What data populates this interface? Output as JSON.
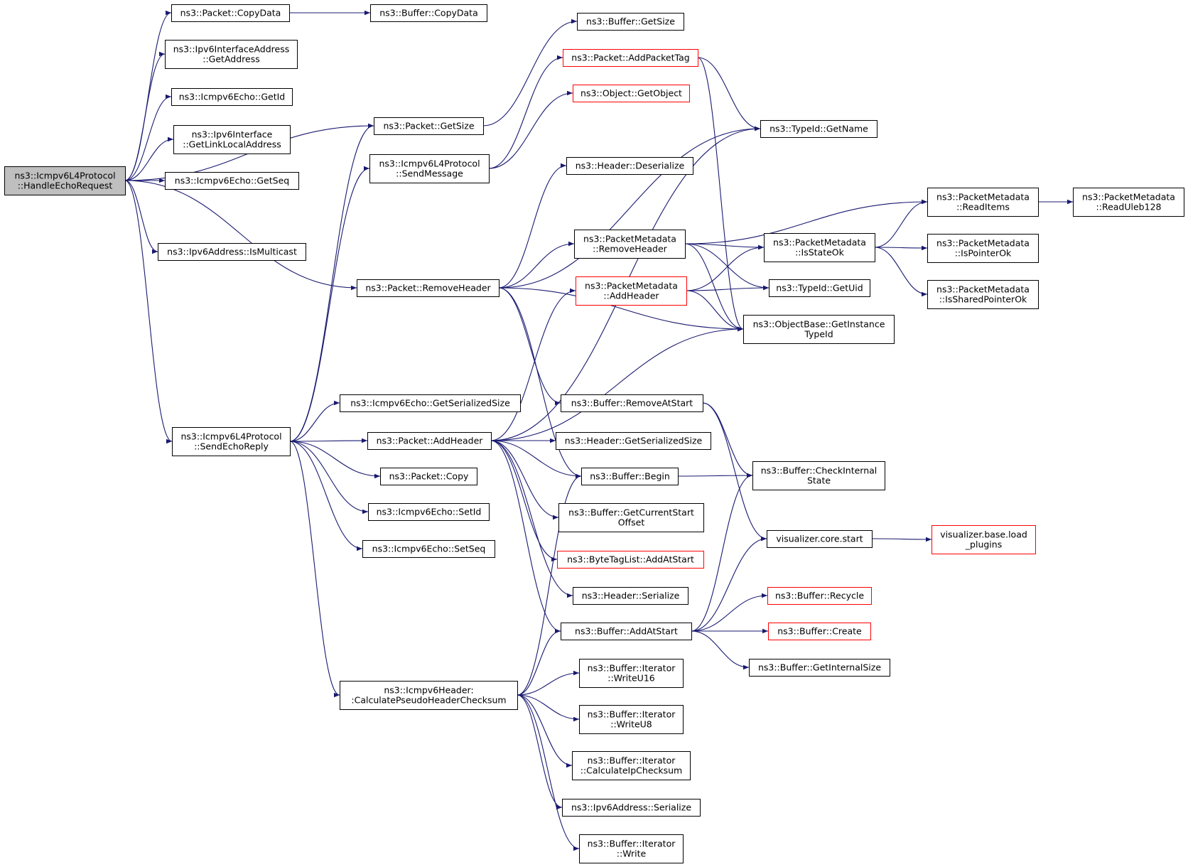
{
  "colors": {
    "edge": "#191970",
    "node_border": "#000000",
    "truncated_border": "#ff0000",
    "root_fill": "#bfbfbf",
    "node_fill": "#ffffff"
  },
  "nodes": [
    {
      "id": "root",
      "lines": [
        "ns3::Icmpv6L4Protocol",
        "::HandleEchoRequest"
      ],
      "style": "root"
    },
    {
      "id": "pkt_copydata",
      "lines": [
        "ns3::Packet::CopyData"
      ],
      "style": "normal"
    },
    {
      "id": "buf_copydata",
      "lines": [
        "ns3::Buffer::CopyData"
      ],
      "style": "normal"
    },
    {
      "id": "ipv6ia_getaddress",
      "lines": [
        "ns3::Ipv6InterfaceAddress",
        "::GetAddress"
      ],
      "style": "normal"
    },
    {
      "id": "echo_getid",
      "lines": [
        "ns3::Icmpv6Echo::GetId"
      ],
      "style": "normal"
    },
    {
      "id": "ipv6if_getlla",
      "lines": [
        "ns3::Ipv6Interface",
        "::GetLinkLocalAddress"
      ],
      "style": "normal"
    },
    {
      "id": "echo_getseq",
      "lines": [
        "ns3::Icmpv6Echo::GetSeq"
      ],
      "style": "normal"
    },
    {
      "id": "ipv6addr_ismulticast",
      "lines": [
        "ns3::Ipv6Address::IsMulticast"
      ],
      "style": "normal"
    },
    {
      "id": "pkt_getsize",
      "lines": [
        "ns3::Packet::GetSize"
      ],
      "style": "normal"
    },
    {
      "id": "buf_getsize",
      "lines": [
        "ns3::Buffer::GetSize"
      ],
      "style": "normal"
    },
    {
      "id": "l4_sendmessage",
      "lines": [
        "ns3::Icmpv6L4Protocol",
        "::SendMessage"
      ],
      "style": "normal"
    },
    {
      "id": "pkt_addpackettag",
      "lines": [
        "ns3::Packet::AddPacketTag"
      ],
      "style": "truncated"
    },
    {
      "id": "obj_getobject",
      "lines": [
        "ns3::Object::GetObject"
      ],
      "style": "truncated"
    },
    {
      "id": "typeid_getname",
      "lines": [
        "ns3::TypeId::GetName"
      ],
      "style": "normal"
    },
    {
      "id": "hdr_deserialize",
      "lines": [
        "ns3::Header::Deserialize"
      ],
      "style": "normal"
    },
    {
      "id": "pkt_removeheader",
      "lines": [
        "ns3::Packet::RemoveHeader"
      ],
      "style": "normal"
    },
    {
      "id": "pm_removeheader",
      "lines": [
        "ns3::PacketMetadata",
        "::RemoveHeader"
      ],
      "style": "normal"
    },
    {
      "id": "pm_additems",
      "lines": [
        "ns3::PacketMetadata",
        "::ReadItems"
      ],
      "style": "normal"
    },
    {
      "id": "pm_readuleb",
      "lines": [
        "ns3::PacketMetadata",
        "::ReadUleb128"
      ],
      "style": "normal"
    },
    {
      "id": "pm_isstateok",
      "lines": [
        "ns3::PacketMetadata",
        "::IsStateOk"
      ],
      "style": "normal"
    },
    {
      "id": "pm_ispointerok",
      "lines": [
        "ns3::PacketMetadata",
        "::IsPointerOk"
      ],
      "style": "normal"
    },
    {
      "id": "pm_issharedptr",
      "lines": [
        "ns3::PacketMetadata",
        "::IsSharedPointerOk"
      ],
      "style": "normal"
    },
    {
      "id": "pm_addheader",
      "lines": [
        "ns3::PacketMetadata",
        "::AddHeader"
      ],
      "style": "truncated"
    },
    {
      "id": "typeid_getuid",
      "lines": [
        "ns3::TypeId::GetUid"
      ],
      "style": "normal"
    },
    {
      "id": "ob_getinstance",
      "lines": [
        "ns3::ObjectBase::GetInstance",
        "TypeId"
      ],
      "style": "normal"
    },
    {
      "id": "echo_getsersize",
      "lines": [
        "ns3::Icmpv6Echo::GetSerializedSize"
      ],
      "style": "normal"
    },
    {
      "id": "buf_removeatstart",
      "lines": [
        "ns3::Buffer::RemoveAtStart"
      ],
      "style": "normal"
    },
    {
      "id": "l4_sendechoreply",
      "lines": [
        "ns3::Icmpv6L4Protocol",
        "::SendEchoReply"
      ],
      "style": "normal"
    },
    {
      "id": "pkt_addheader",
      "lines": [
        "ns3::Packet::AddHeader"
      ],
      "style": "normal"
    },
    {
      "id": "hdr_getsersize",
      "lines": [
        "ns3::Header::GetSerializedSize"
      ],
      "style": "normal"
    },
    {
      "id": "buf_checkinternal",
      "lines": [
        "ns3::Buffer::CheckInternal",
        "State"
      ],
      "style": "normal"
    },
    {
      "id": "pkt_copy",
      "lines": [
        "ns3::Packet::Copy"
      ],
      "style": "normal"
    },
    {
      "id": "buf_begin",
      "lines": [
        "ns3::Buffer::Begin"
      ],
      "style": "normal"
    },
    {
      "id": "echo_setid",
      "lines": [
        "ns3::Icmpv6Echo::SetId"
      ],
      "style": "normal"
    },
    {
      "id": "buf_getcurstart",
      "lines": [
        "ns3::Buffer::GetCurrentStart",
        "Offset"
      ],
      "style": "normal"
    },
    {
      "id": "viz_core_start",
      "lines": [
        "visualizer.core.start"
      ],
      "style": "normal"
    },
    {
      "id": "viz_base_load",
      "lines": [
        "visualizer.base.load",
        "_plugins"
      ],
      "style": "truncated"
    },
    {
      "id": "echo_setseq",
      "lines": [
        "ns3::Icmpv6Echo::SetSeq"
      ],
      "style": "normal"
    },
    {
      "id": "btl_addatstart",
      "lines": [
        "ns3::ByteTagList::AddAtStart"
      ],
      "style": "truncated"
    },
    {
      "id": "hdr_serialize",
      "lines": [
        "ns3::Header::Serialize"
      ],
      "style": "normal"
    },
    {
      "id": "buf_recycle",
      "lines": [
        "ns3::Buffer::Recycle"
      ],
      "style": "truncated"
    },
    {
      "id": "buf_addatstart",
      "lines": [
        "ns3::Buffer::AddAtStart"
      ],
      "style": "normal"
    },
    {
      "id": "buf_create",
      "lines": [
        "ns3::Buffer::Create"
      ],
      "style": "truncated"
    },
    {
      "id": "buf_getinternalsize",
      "lines": [
        "ns3::Buffer::GetInternalSize"
      ],
      "style": "normal"
    },
    {
      "id": "icmpv6hdr_cpsum",
      "lines": [
        "ns3::Icmpv6Header:",
        ":CalculatePseudoHeaderChecksum"
      ],
      "style": "normal"
    },
    {
      "id": "it_writeu16",
      "lines": [
        "ns3::Buffer::Iterator",
        "::WriteU16"
      ],
      "style": "normal"
    },
    {
      "id": "it_writeu8",
      "lines": [
        "ns3::Buffer::Iterator",
        "::WriteU8"
      ],
      "style": "normal"
    },
    {
      "id": "it_calcipsum",
      "lines": [
        "ns3::Buffer::Iterator",
        "::CalculateIpChecksum"
      ],
      "style": "normal"
    },
    {
      "id": "ipv6addr_serialize",
      "lines": [
        "ns3::Ipv6Address::Serialize"
      ],
      "style": "normal"
    },
    {
      "id": "it_write",
      "lines": [
        "ns3::Buffer::Iterator",
        "::Write"
      ],
      "style": "normal"
    }
  ],
  "edges": [
    [
      "root",
      "pkt_copydata"
    ],
    [
      "root",
      "ipv6ia_getaddress"
    ],
    [
      "root",
      "echo_getid"
    ],
    [
      "root",
      "ipv6if_getlla"
    ],
    [
      "root",
      "echo_getseq"
    ],
    [
      "root",
      "ipv6addr_ismulticast"
    ],
    [
      "root",
      "pkt_getsize"
    ],
    [
      "root",
      "pkt_removeheader"
    ],
    [
      "root",
      "l4_sendechoreply"
    ],
    [
      "pkt_copydata",
      "buf_copydata"
    ],
    [
      "pkt_getsize",
      "buf_getsize"
    ],
    [
      "l4_sendmessage",
      "pkt_addpackettag"
    ],
    [
      "l4_sendmessage",
      "obj_getobject"
    ],
    [
      "pkt_addpackettag",
      "typeid_getname"
    ],
    [
      "pkt_addpackettag",
      "ob_getinstance"
    ],
    [
      "pkt_removeheader",
      "typeid_getname"
    ],
    [
      "pkt_removeheader",
      "hdr_deserialize"
    ],
    [
      "pkt_removeheader",
      "pm_removeheader"
    ],
    [
      "pkt_removeheader",
      "ob_getinstance"
    ],
    [
      "pkt_removeheader",
      "buf_removeatstart"
    ],
    [
      "pkt_removeheader",
      "buf_begin"
    ],
    [
      "pm_removeheader",
      "pm_additems"
    ],
    [
      "pm_removeheader",
      "pm_isstateok"
    ],
    [
      "pm_removeheader",
      "typeid_getuid"
    ],
    [
      "pm_removeheader",
      "ob_getinstance"
    ],
    [
      "pm_additems",
      "pm_readuleb"
    ],
    [
      "pm_isstateok",
      "pm_additems"
    ],
    [
      "pm_isstateok",
      "pm_ispointerok"
    ],
    [
      "pm_isstateok",
      "pm_issharedptr"
    ],
    [
      "pm_addheader",
      "pm_isstateok"
    ],
    [
      "pm_addheader",
      "typeid_getuid"
    ],
    [
      "pm_addheader",
      "ob_getinstance"
    ],
    [
      "buf_removeatstart",
      "buf_checkinternal"
    ],
    [
      "buf_removeatstart",
      "viz_core_start"
    ],
    [
      "l4_sendechoreply",
      "pkt_getsize"
    ],
    [
      "l4_sendechoreply",
      "l4_sendmessage"
    ],
    [
      "l4_sendechoreply",
      "echo_getsersize"
    ],
    [
      "l4_sendechoreply",
      "pkt_addheader"
    ],
    [
      "l4_sendechoreply",
      "pkt_copy"
    ],
    [
      "l4_sendechoreply",
      "echo_setid"
    ],
    [
      "l4_sendechoreply",
      "echo_setseq"
    ],
    [
      "l4_sendechoreply",
      "icmpv6hdr_cpsum"
    ],
    [
      "pkt_addheader",
      "typeid_getname"
    ],
    [
      "pkt_addheader",
      "pm_addheader"
    ],
    [
      "pkt_addheader",
      "ob_getinstance"
    ],
    [
      "pkt_addheader",
      "hdr_getsersize"
    ],
    [
      "pkt_addheader",
      "buf_begin"
    ],
    [
      "pkt_addheader",
      "buf_getcurstart"
    ],
    [
      "pkt_addheader",
      "btl_addatstart"
    ],
    [
      "pkt_addheader",
      "hdr_serialize"
    ],
    [
      "pkt_addheader",
      "buf_addatstart"
    ],
    [
      "buf_begin",
      "buf_checkinternal"
    ],
    [
      "viz_core_start",
      "viz_base_load"
    ],
    [
      "buf_addatstart",
      "buf_checkinternal"
    ],
    [
      "buf_addatstart",
      "viz_core_start"
    ],
    [
      "buf_addatstart",
      "buf_recycle"
    ],
    [
      "buf_addatstart",
      "buf_create"
    ],
    [
      "buf_addatstart",
      "buf_getinternalsize"
    ],
    [
      "icmpv6hdr_cpsum",
      "buf_begin"
    ],
    [
      "icmpv6hdr_cpsum",
      "buf_addatstart"
    ],
    [
      "icmpv6hdr_cpsum",
      "it_writeu16"
    ],
    [
      "icmpv6hdr_cpsum",
      "it_writeu8"
    ],
    [
      "icmpv6hdr_cpsum",
      "it_calcipsum"
    ],
    [
      "icmpv6hdr_cpsum",
      "ipv6addr_serialize"
    ],
    [
      "icmpv6hdr_cpsum",
      "it_write"
    ]
  ]
}
